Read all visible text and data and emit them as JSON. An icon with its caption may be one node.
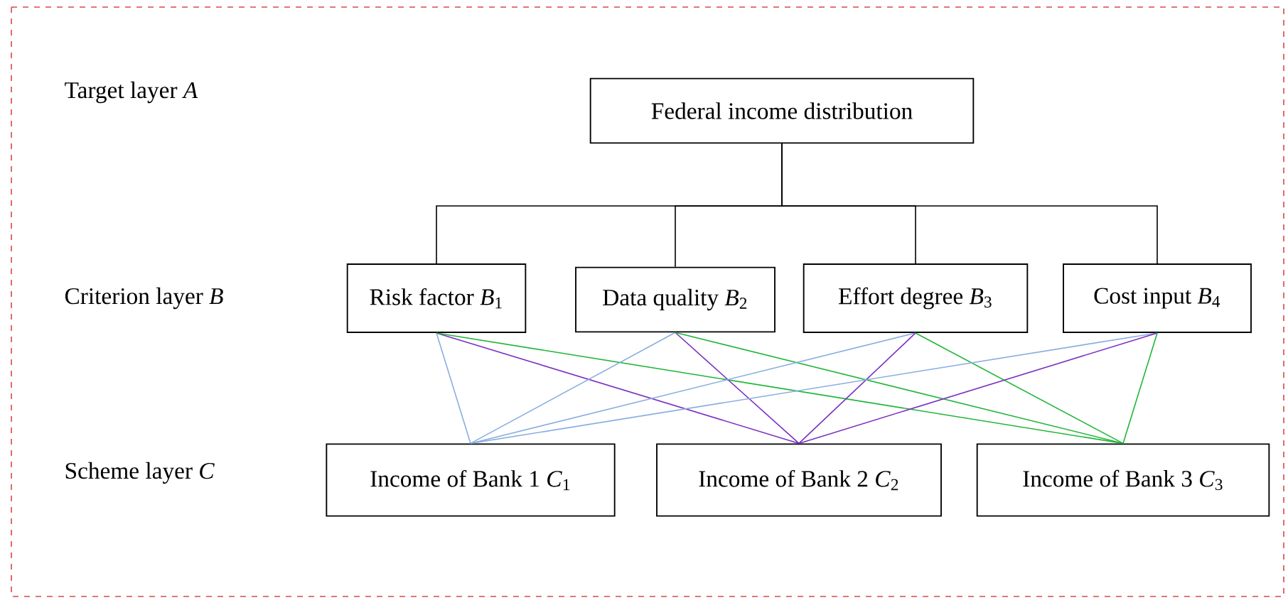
{
  "diagram": {
    "nodes": [
      {
        "text": [
          "Federal income distribution"
        ]
      },
      {
        "text": [
          "Risk factor *B*$_{1}$"
        ]
      },
      {
        "text": [
          "Data quality *B*$_{2}$"
        ]
      },
      {
        "text": [
          "Effort degree *B*$_{3}$"
        ]
      },
      {
        "text": [
          "Cost input *B*$_{4}$"
        ]
      },
      {
        "text": [
          "Income of Bank 1 *C*$_{1}$"
        ]
      },
      {
        "text": [
          "Income of Bank 2 *C*$_{2}$"
        ]
      },
      {
        "text": [
          "Income of Bank 3 *C*$_{3}$"
        ]
      }
    ],
    "edges": [
      {
        "from": 0,
        "to": 1,
        "arrow": "none"
      },
      {
        "from": 0,
        "to": 2,
        "arrow": "none"
      },
      {
        "from": 0,
        "to": 3,
        "arrow": "none"
      },
      {
        "from": 0,
        "to": 4,
        "arrow": "none"
      },
      {
        "from": 1,
        "to": 5,
        "arrow": "none",
        "color": "#8aaee0"
      },
      {
        "from": 1,
        "to": 6,
        "arrow": "none",
        "color": "#7a2fc0"
      },
      {
        "from": 1,
        "to": 7,
        "arrow": "none",
        "color": "#22b53a"
      },
      {
        "from": 2,
        "to": 5,
        "arrow": "none",
        "color": "#8aaee0"
      },
      {
        "from": 2,
        "to": 6,
        "arrow": "none",
        "color": "#7a2fc0"
      },
      {
        "from": 2,
        "to": 7,
        "arrow": "none",
        "color": "#22b53a"
      },
      {
        "from": 3,
        "to": 5,
        "arrow": "none",
        "color": "#8aaee0"
      },
      {
        "from": 3,
        "to": 6,
        "arrow": "none",
        "color": "#7a2fc0"
      },
      {
        "from": 3,
        "to": 7,
        "arrow": "none",
        "color": "#22b53a"
      },
      {
        "from": 4,
        "to": 5,
        "arrow": "none",
        "color": "#8aaee0"
      },
      {
        "from": 4,
        "to": 6,
        "arrow": "none",
        "color": "#7a2fc0"
      },
      {
        "from": 4,
        "to": 7,
        "arrow": "none",
        "color": "#22b53a"
      }
    ],
    "labels": [
      "Target layer *A*",
      "Criterion layer *B*",
      "Scheme layer *C*"
    ]
  }
}
